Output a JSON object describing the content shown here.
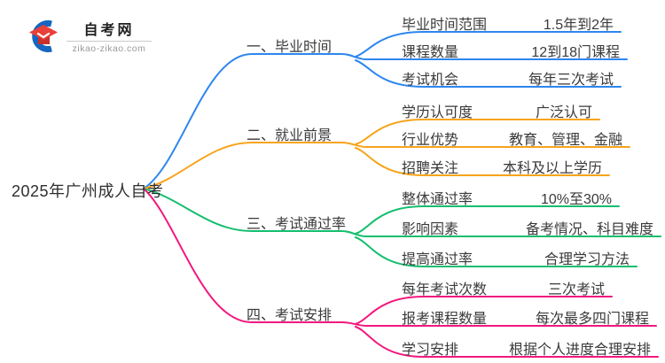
{
  "logo": {
    "site_name": "自考网",
    "site_url": "zikao-zikao.com",
    "crescent_color": "#1566c0",
    "cap_color": "#e8403a",
    "cap_dark_color": "#c9302c"
  },
  "root": {
    "label": "2025年广州成人自考"
  },
  "colors": {
    "blue": "#2d86ef",
    "orange": "#f7a41b",
    "green": "#14be6e",
    "pink": "#f2187e",
    "text": "#3a3a3a"
  },
  "branches": [
    {
      "label": "一、毕业时间",
      "color": "#2d86ef",
      "items": [
        {
          "label": "毕业时间范围",
          "value": "1.5年到2年"
        },
        {
          "label": "课程数量",
          "value": "12到18门课程"
        },
        {
          "label": "考试机会",
          "value": "每年三次考试"
        }
      ]
    },
    {
      "label": "二、就业前景",
      "color": "#f7a41b",
      "items": [
        {
          "label": "学历认可度",
          "value": "广泛认可"
        },
        {
          "label": "行业优势",
          "value": "教育、管理、金融"
        },
        {
          "label": "招聘关注",
          "value": "本科及以上学历"
        }
      ]
    },
    {
      "label": "三、考试通过率",
      "color": "#14be6e",
      "items": [
        {
          "label": "整体通过率",
          "value": "10%至30%"
        },
        {
          "label": "影响因素",
          "value": "备考情况、科目难度"
        },
        {
          "label": "提高通过率",
          "value": "合理学习方法"
        }
      ]
    },
    {
      "label": "四、考试安排",
      "color": "#f2187e",
      "items": [
        {
          "label": "每年考试次数",
          "value": "三次考试"
        },
        {
          "label": "报考课程数量",
          "value": "每次最多四门课程"
        },
        {
          "label": "学习安排",
          "value": "根据个人进度合理安排"
        }
      ]
    }
  ]
}
